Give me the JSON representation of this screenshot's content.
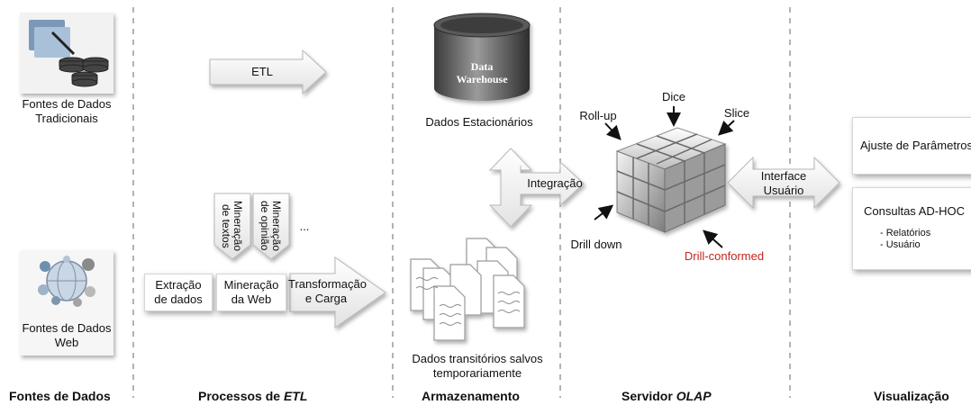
{
  "sources": {
    "traditional": [
      "Fontes de Dados",
      "Tradicionais"
    ],
    "web": [
      "Fontes de Dados",
      "Web"
    ]
  },
  "etl": {
    "arrow_label": "ETL",
    "extraction": [
      "Extração",
      "de dados"
    ],
    "web_mining": [
      "Mineração",
      "da Web"
    ],
    "text_mining": [
      "Mineração",
      "de textos"
    ],
    "opinion_mining": [
      "Mineração",
      "de opinião"
    ],
    "ellipsis": "...",
    "transform": [
      "Transformação",
      "e Carga"
    ]
  },
  "storage": {
    "cylinder_label": [
      "Data",
      "Warehouse"
    ],
    "stationary": "Dados Estacionários",
    "integration": "Integração",
    "transient": [
      "Dados transitórios salvos",
      "temporariamente"
    ]
  },
  "olap": {
    "roll_up": "Roll-up",
    "dice": "Dice",
    "slice": "Slice",
    "drill_down": "Drill down",
    "drill_conformed": "Drill-conformed",
    "interface": [
      "Interface",
      "Usuário"
    ]
  },
  "visualization": {
    "params": "Ajuste de Parâmetros",
    "adhoc": "Consultas AD-HOC",
    "adhoc_items": [
      "- Relatórios",
      "- Usuário"
    ]
  },
  "sections": {
    "sources": "Fontes de Dados",
    "etl_prefix": "Processos de ",
    "etl_em": "ETL",
    "storage": "Armazenamento",
    "olap_prefix": "Servidor ",
    "olap_em": "OLAP",
    "visualization": "Visualização"
  },
  "colors": {
    "accent_red": "#c0261e",
    "divider": "#9a9a9a"
  }
}
